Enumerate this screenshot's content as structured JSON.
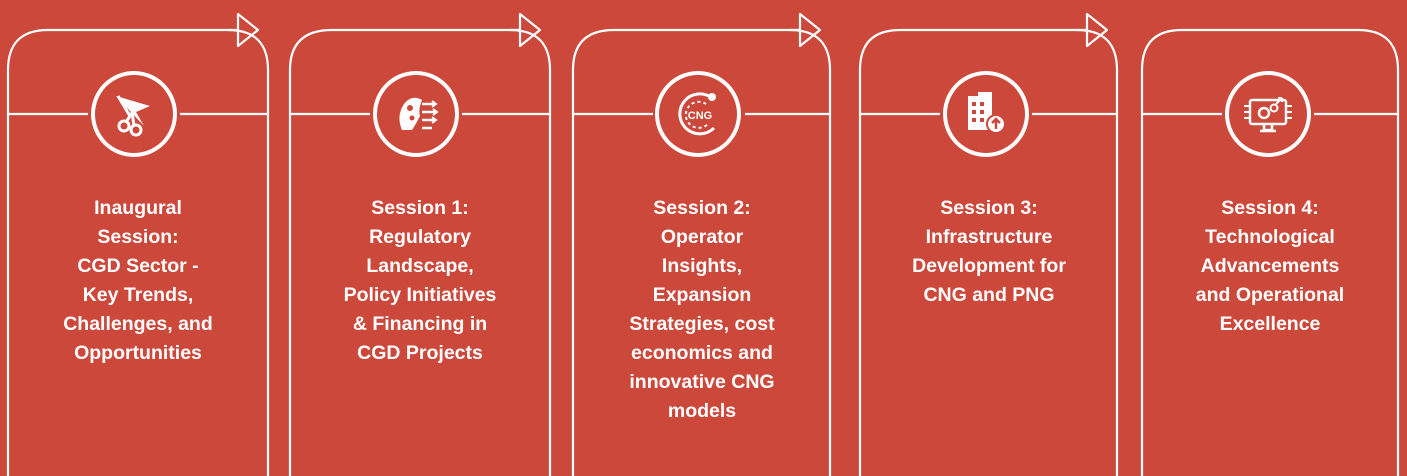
{
  "theme": {
    "background": "#cc483b",
    "foreground": "#ffffff"
  },
  "sessions": [
    {
      "title": "Inaugural\nSession:\nCGD Sector -\nKey Trends,\nChallenges, and\nOpportunities",
      "icon": "ribbon-cutting-icon"
    },
    {
      "title": "Session 1:\nRegulatory\nLandscape,\nPolicy Initiatives\n& Financing in\nCGD Projects",
      "icon": "policy-brain-icon"
    },
    {
      "title": "Session 2:\nOperator\nInsights,\nExpansion\nStrategies, cost\neconomics and\ninnovative CNG\nmodels",
      "icon": "cng-icon",
      "icon_text": "CNG"
    },
    {
      "title": "Session 3:\nInfrastructure\nDevelopment for\nCNG and PNG",
      "icon": "infrastructure-building-icon"
    },
    {
      "title": "Session 4:\nTechnological\nAdvancements\nand Operational\nExcellence",
      "icon": "technology-monitor-icon"
    }
  ]
}
